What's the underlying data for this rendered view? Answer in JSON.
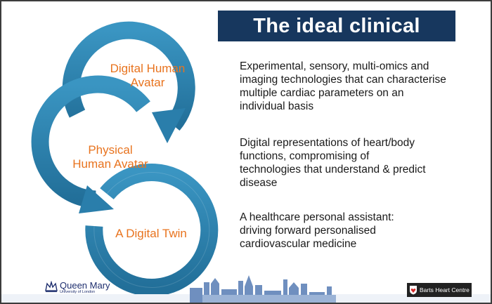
{
  "title": "The ideal clinical avatar:",
  "cycle": [
    {
      "lines": [
        "Digital Human",
        "Avatar"
      ]
    },
    {
      "lines": [
        "Physical",
        "Human Avatar"
      ]
    },
    {
      "lines": [
        "A Digital Twin"
      ]
    }
  ],
  "descriptions": [
    {
      "lines": [
        "Experimental, sensory, multi-omics and",
        "imaging technologies that can characterise",
        "multiple cardiac parameters on an",
        "individual basis"
      ]
    },
    {
      "lines": [
        "Digital representations of heart/body",
        "functions, compromising of",
        "technologies that understand & predict",
        "disease"
      ]
    },
    {
      "lines": [
        "A healthcare personal assistant:",
        "driving forward personalised",
        "cardiovascular medicine"
      ]
    }
  ],
  "footer": {
    "qm_name": "Queen Mary",
    "qm_sub": "University of London",
    "barts_label": "Barts Heart Centre"
  },
  "colors": {
    "title_bg": "#17375e",
    "ring": "#2a84b0",
    "label": "#e8731e",
    "skyline": "#6f8fbf"
  }
}
